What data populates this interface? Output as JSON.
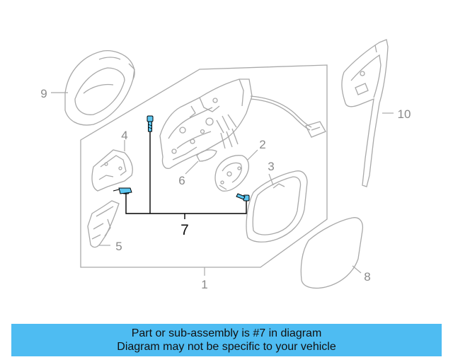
{
  "callouts": {
    "c1": "1",
    "c2": "2",
    "c3": "3",
    "c4": "4",
    "c5": "5",
    "c6": "6",
    "c7": "7",
    "c8": "8",
    "c9": "9",
    "c10": "10"
  },
  "banner": {
    "line1": "Part or sub-assembly is #7 in diagram",
    "line2": "Diagram may not be specific to your vehicle"
  },
  "colors": {
    "line": "#a9a9a9",
    "highlight": "#000000",
    "screw_fill": "#5cc6f0",
    "banner_bg": "#4ebcf2"
  }
}
